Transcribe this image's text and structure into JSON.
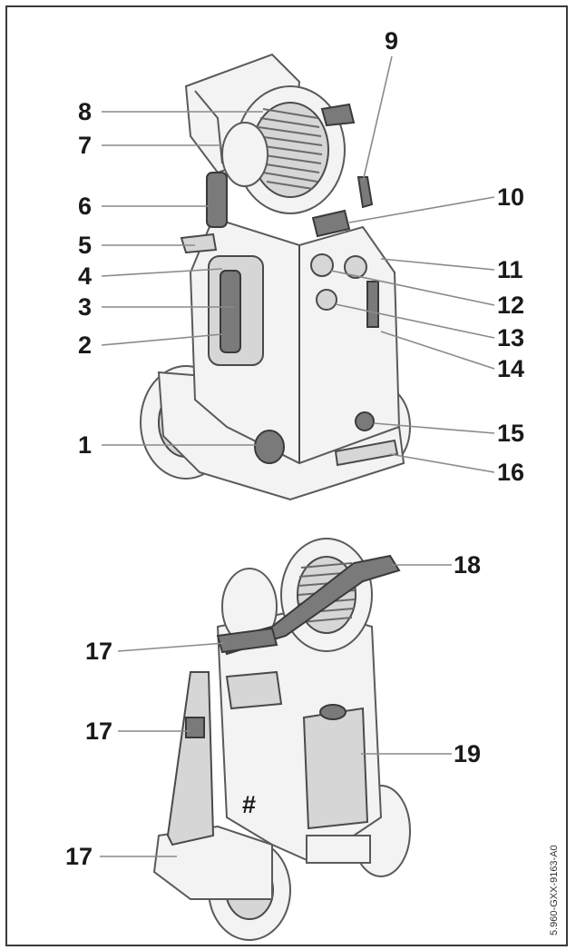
{
  "callouts": {
    "c1": "1",
    "c2": "2",
    "c3": "3",
    "c4": "4",
    "c5": "5",
    "c6": "6",
    "c7": "7",
    "c8": "8",
    "c9": "9",
    "c10": "10",
    "c11": "11",
    "c12": "12",
    "c13": "13",
    "c14": "14",
    "c15": "15",
    "c16": "16",
    "c17a": "17",
    "c17b": "17",
    "c17c": "17",
    "c18": "18",
    "c19": "19",
    "hash": "#"
  },
  "document_code": "5.960-GXX-9163-A0"
}
